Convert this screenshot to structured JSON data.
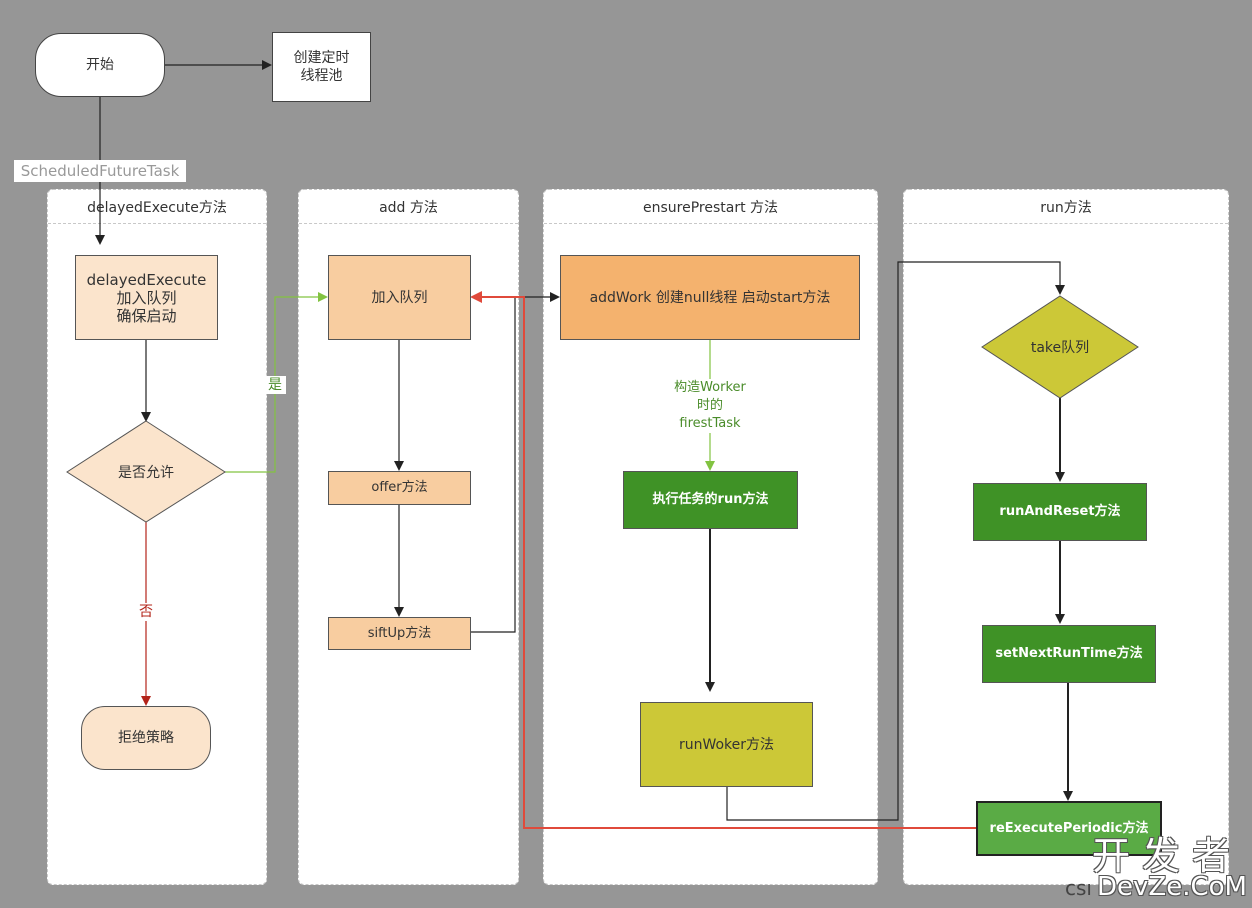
{
  "start": "开始",
  "create_pool": "创建定时\n线程池",
  "edge_task": "ScheduledFutureTask",
  "lanes": {
    "delayed": "delayedExecute方法",
    "add": "add 方法",
    "ensure": "ensurePrestart 方法",
    "run": "run方法"
  },
  "nodes": {
    "delayed_box": "delayedExecute\n加入队列\n确保启动",
    "allow": "是否允许",
    "reject": "拒绝策略",
    "enqueue": "加入队列",
    "offer": "offer方法",
    "siftup": "siftUp方法",
    "addwork": "addWork 创建null线程 启动start方法",
    "exec_run": "执行任务的run方法",
    "runworker": "runWoker方法",
    "take": "take队列",
    "run_reset": "runAndReset方法",
    "set_next": "setNextRunTime方法",
    "re_exec": "reExecutePeriodic方法"
  },
  "edges": {
    "yes": "是",
    "no": "否",
    "first_task": "构造Worker\n时的\nfirestTask"
  },
  "colors": {
    "background": "#969696",
    "peach": "#f8cda0",
    "light_peach": "#fbe4cc",
    "orange": "#f4b26e",
    "green": "#3f9226",
    "yellow": "#ccc837",
    "red": "#e04a3b",
    "light_green": "#82c341"
  },
  "watermark": {
    "cn": "开发者",
    "prefix": "csı",
    "domain": "DevZe.CoM"
  }
}
